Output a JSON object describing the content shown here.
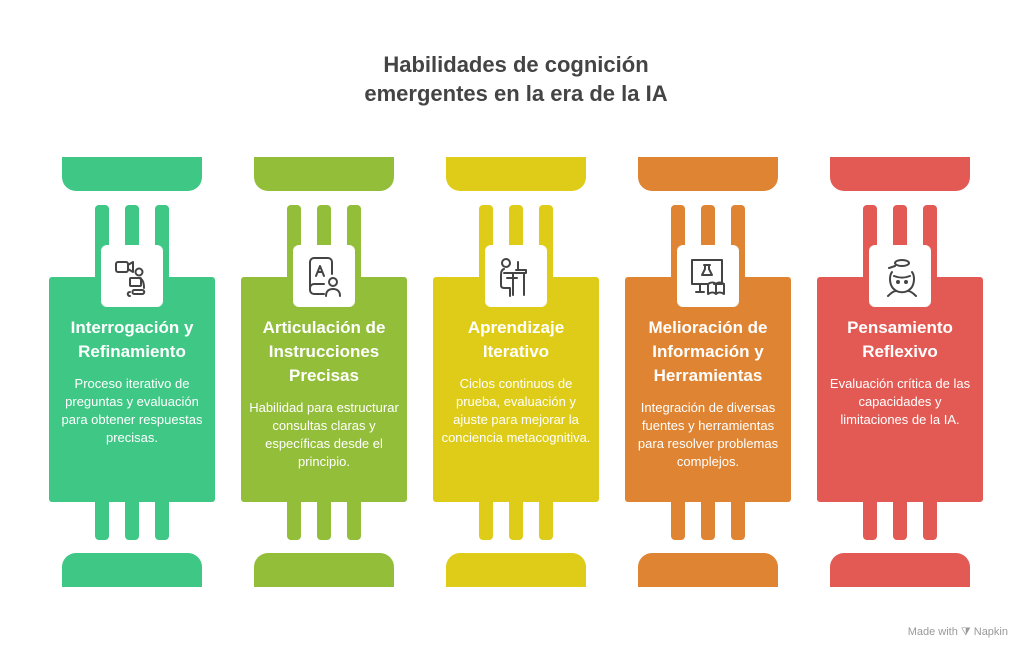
{
  "title_line1": "Habilidades de cognición",
  "title_line2": "emergentes en la era de la IA",
  "columns": [
    {
      "title": "Interrogación y Refinamiento",
      "desc": "Proceso iterativo de preguntas y evaluación para obtener respuestas precisas.",
      "color": "#3ec785",
      "icon": "video-call-laptop-icon"
    },
    {
      "title": "Articulación de Instrucciones Precisas",
      "desc": "Habilidad para estructurar consultas claras y específicas desde el principio.",
      "color": "#93be3a",
      "icon": "document-user-icon"
    },
    {
      "title": "Aprendizaje Iterativo",
      "desc": "Ciclos continuos de prueba, evaluación y ajuste para mejorar la conciencia metacognitiva.",
      "color": "#dfcc18",
      "icon": "person-at-desk-icon"
    },
    {
      "title": "Melioración de Información y Herramientas",
      "desc": "Integración de diversas fuentes y herramientas para resolver problemas complejos.",
      "color": "#df8432",
      "icon": "monitor-flask-book-icon"
    },
    {
      "title": "Pensamiento Reflexivo",
      "desc": "Evaluación crítica de las capacidades y limitaciones de la IA.",
      "color": "#e35a54",
      "icon": "thinking-person-icon"
    }
  ],
  "footer": "Made with ⧩ Napkin"
}
